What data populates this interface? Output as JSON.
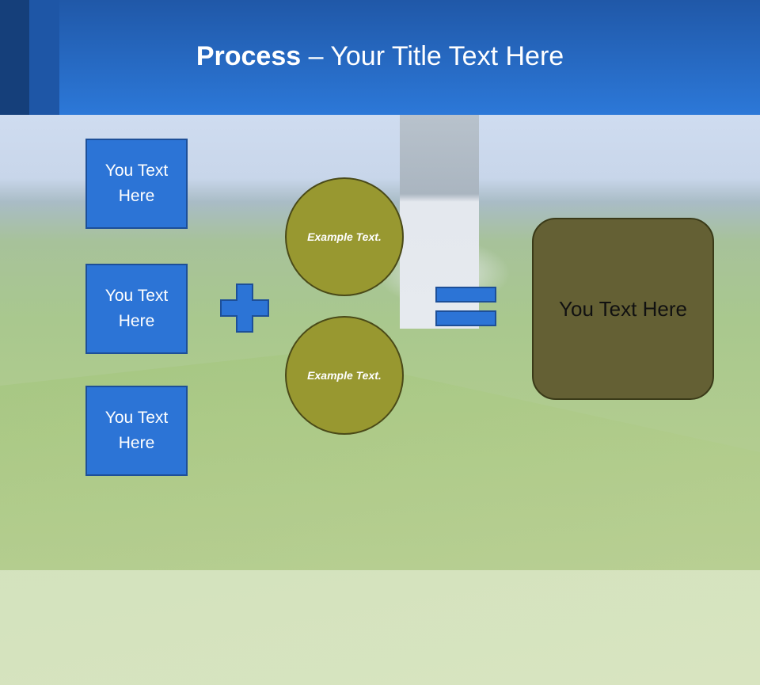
{
  "header": {
    "title_bold": "Process",
    "title_rest": " – Your Title Text Here"
  },
  "inputs": [
    {
      "label": "You Text Here"
    },
    {
      "label": "You Text Here"
    },
    {
      "label": "You Text Here"
    }
  ],
  "circles": [
    {
      "label": "Example Text."
    },
    {
      "label": "Example Text."
    }
  ],
  "result": {
    "label": "You Text Here"
  },
  "colors": {
    "header": "#2c78d8",
    "box": "#2c74d6",
    "circle": "#989830",
    "result": "#646034"
  }
}
